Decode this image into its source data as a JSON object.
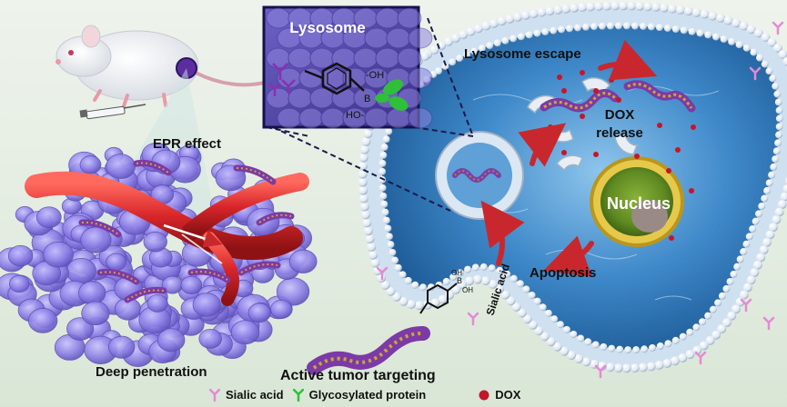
{
  "labels": {
    "lysosome": "Lysosome",
    "lysosome_escape": "Lysosome escape",
    "dox_release_line1": "DOX",
    "dox_release_line2": "release",
    "nucleus": "Nucleus",
    "apoptosis": "Apoptosis",
    "sialic_acid_arrow": "Sialic acid",
    "epr_effect": "EPR effect",
    "deep_penetration": "Deep penetration",
    "active_tumor_targeting": "Active tumor targeting"
  },
  "chem": {
    "oh1": "-OH",
    "oh2": "HO-",
    "boron": "B",
    "oh_small1": "OH",
    "oh_small2": "OH",
    "boron_small": "B"
  },
  "legend": {
    "sialic_acid": "Sialic acid",
    "glycosylated_protein": "Glycosylated protein",
    "dox": "DOX"
  },
  "colors": {
    "sialic_acid": "#e58ad6",
    "glycosylated_protein": "#2fbf3a",
    "dox": "#c4162a",
    "cell_interior": "#2f79b8",
    "lysosome_panel": "#4b3f9a",
    "tumor_cells": "#8c7fe3",
    "blood_vessel": "#d8262a",
    "arrow": "#c8282d"
  }
}
